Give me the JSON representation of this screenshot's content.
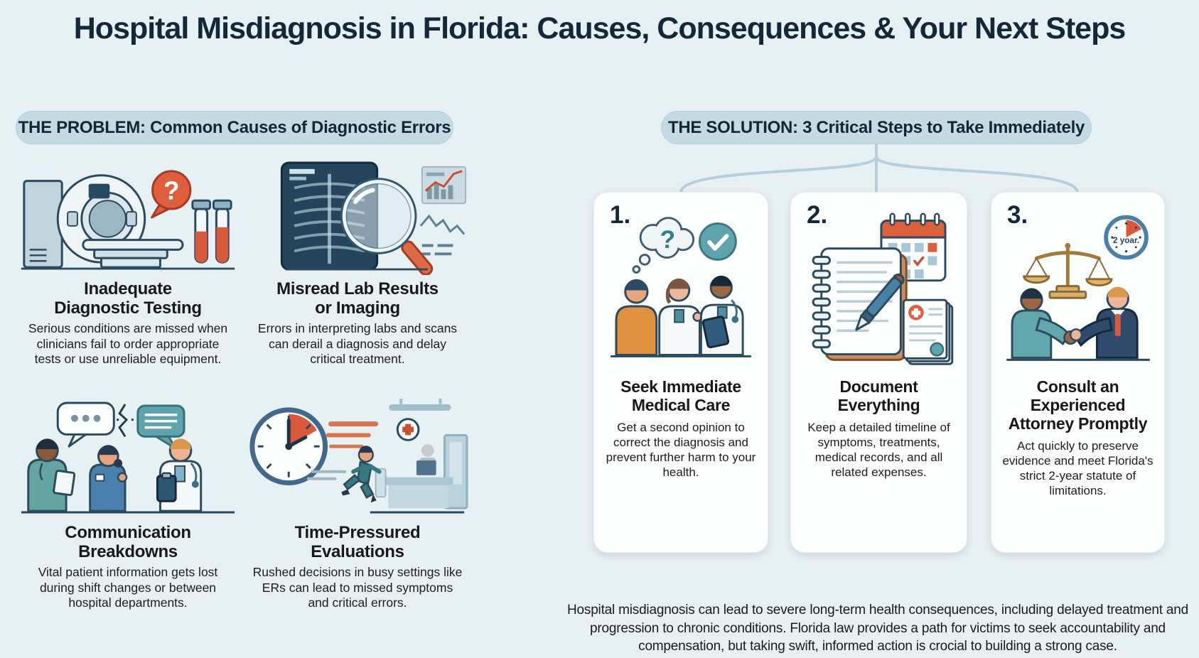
{
  "title": "Hospital Misdiagnosis in Florida: Causes, Consequences & Your Next Steps",
  "problem": {
    "header": "THE PROBLEM: Common Causes of Diagnostic Errors",
    "items": [
      {
        "title": "Inadequate\nDiagnostic Testing",
        "body": "Serious conditions are missed when clinicians fail to order appropriate tests or use unreliable equipment."
      },
      {
        "title": "Misread Lab Results\nor Imaging",
        "body": "Errors in interpreting labs and scans can derail a diagnosis and delay critical treatment."
      },
      {
        "title": "Communication\nBreakdowns",
        "body": "Vital patient information gets lost during shift changes or between hospital departments."
      },
      {
        "title": "Time-Pressured\nEvaluations",
        "body": "Rushed decisions in busy settings like ERs can lead to missed symptoms and critical errors."
      }
    ]
  },
  "solution": {
    "header": "THE SOLUTION: 3 Critical Steps to Take Immediately",
    "steps": [
      {
        "number": "1.",
        "title": "Seek Immediate\nMedical Care",
        "body": "Get a second opinion to correct the diagnosis and prevent further harm to your health."
      },
      {
        "number": "2.",
        "title": "Document\nEverything",
        "body": "Keep a detailed timeline of symptoms, treatments, medical records, and all related expenses."
      },
      {
        "number": "3.",
        "title": "Consult an\nExperienced\nAttorney Promptly",
        "body": "Act quickly to preserve evidence and meet Florida's strict 2-year statute of limitations.",
        "clock_label": "2 yoar."
      }
    ]
  },
  "footer": "Hospital misdiagnosis can lead to severe long-term health consequences, including delayed treatment and progression to chronic conditions. Florida law provides a path for victims to seek accountability and compensation, but taking swift, informed action is crocial to building a strong case.",
  "icons": {
    "question_mark": "?"
  },
  "colors": {
    "background": "#e7f0f3",
    "pill_bg": "#c5dbe4",
    "card_bg": "#fcfdfd",
    "title_navy": "#15283a",
    "accent_red": "#dd5f3d",
    "teal": "#5fa3ad",
    "connector": "#b7cfda",
    "outline": "#2c4a5e"
  }
}
